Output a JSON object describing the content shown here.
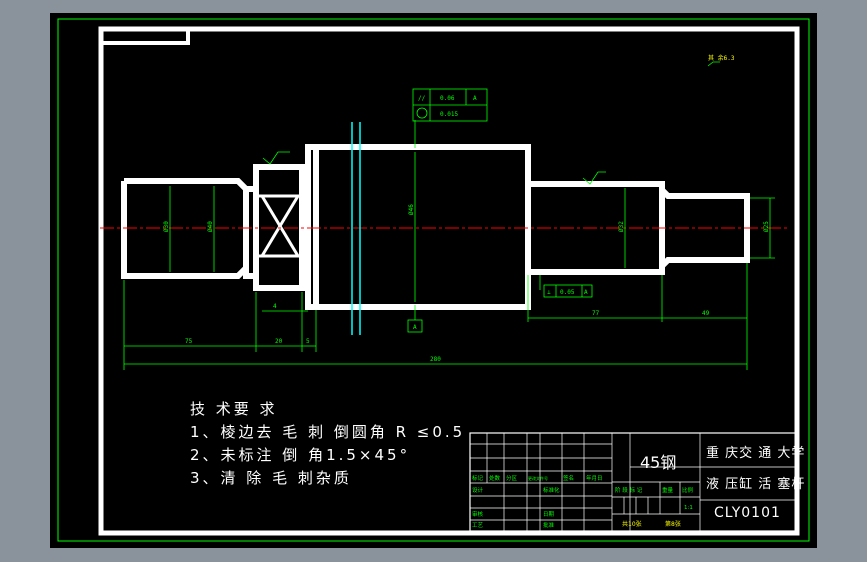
{
  "drawing": {
    "roughness": "其 余6.3",
    "tolerance_frame": {
      "parallel_symbol": "//",
      "parallel_value": "0.06",
      "parallel_datum": "A",
      "circularity_value": "0.015"
    },
    "runout_frame": {
      "symbol": "⊥",
      "value": "0.05",
      "datum": "A"
    },
    "datum_label": "A",
    "dims": {
      "d1": "Ø30",
      "d2": "Ø40",
      "d3": "Ø46",
      "d4": "Ø32",
      "d5": "Ø25",
      "w1": "4",
      "w2": "5",
      "l1": "75",
      "l2": "20",
      "l3": "77",
      "l4": "49",
      "total": "280"
    }
  },
  "tech_req": {
    "title": "技 术要 求",
    "items": [
      "1、棱边去 毛 刺 倒圆角 R ≤0.5",
      "2、未标注 倒 角1.5×45°",
      "3、清 除 毛 刺杂质"
    ]
  },
  "title_block": {
    "material": "45钢",
    "org": "重 庆交 通 大学",
    "part_name": "液 压缸 活 塞杆",
    "code": "CLY0101",
    "sheets": "共10张",
    "sheet_no": "第8张",
    "scale": "1:1",
    "headers_left": [
      "标记",
      "处数",
      "分区",
      "更改文件号",
      "签名",
      "年月日"
    ],
    "roles": [
      "设计",
      "审核",
      "工艺"
    ],
    "roles_mid": [
      "标准化",
      "日期",
      "批准"
    ],
    "headers_right": [
      "阶 段 标 记",
      "重量",
      "比例"
    ]
  },
  "colors": {
    "background": "#000000",
    "frame": "#ffffff",
    "dimension": "#00ff00",
    "centerline": "#ff0000",
    "annotation": "#ffff00",
    "leader": "#00ffff"
  }
}
